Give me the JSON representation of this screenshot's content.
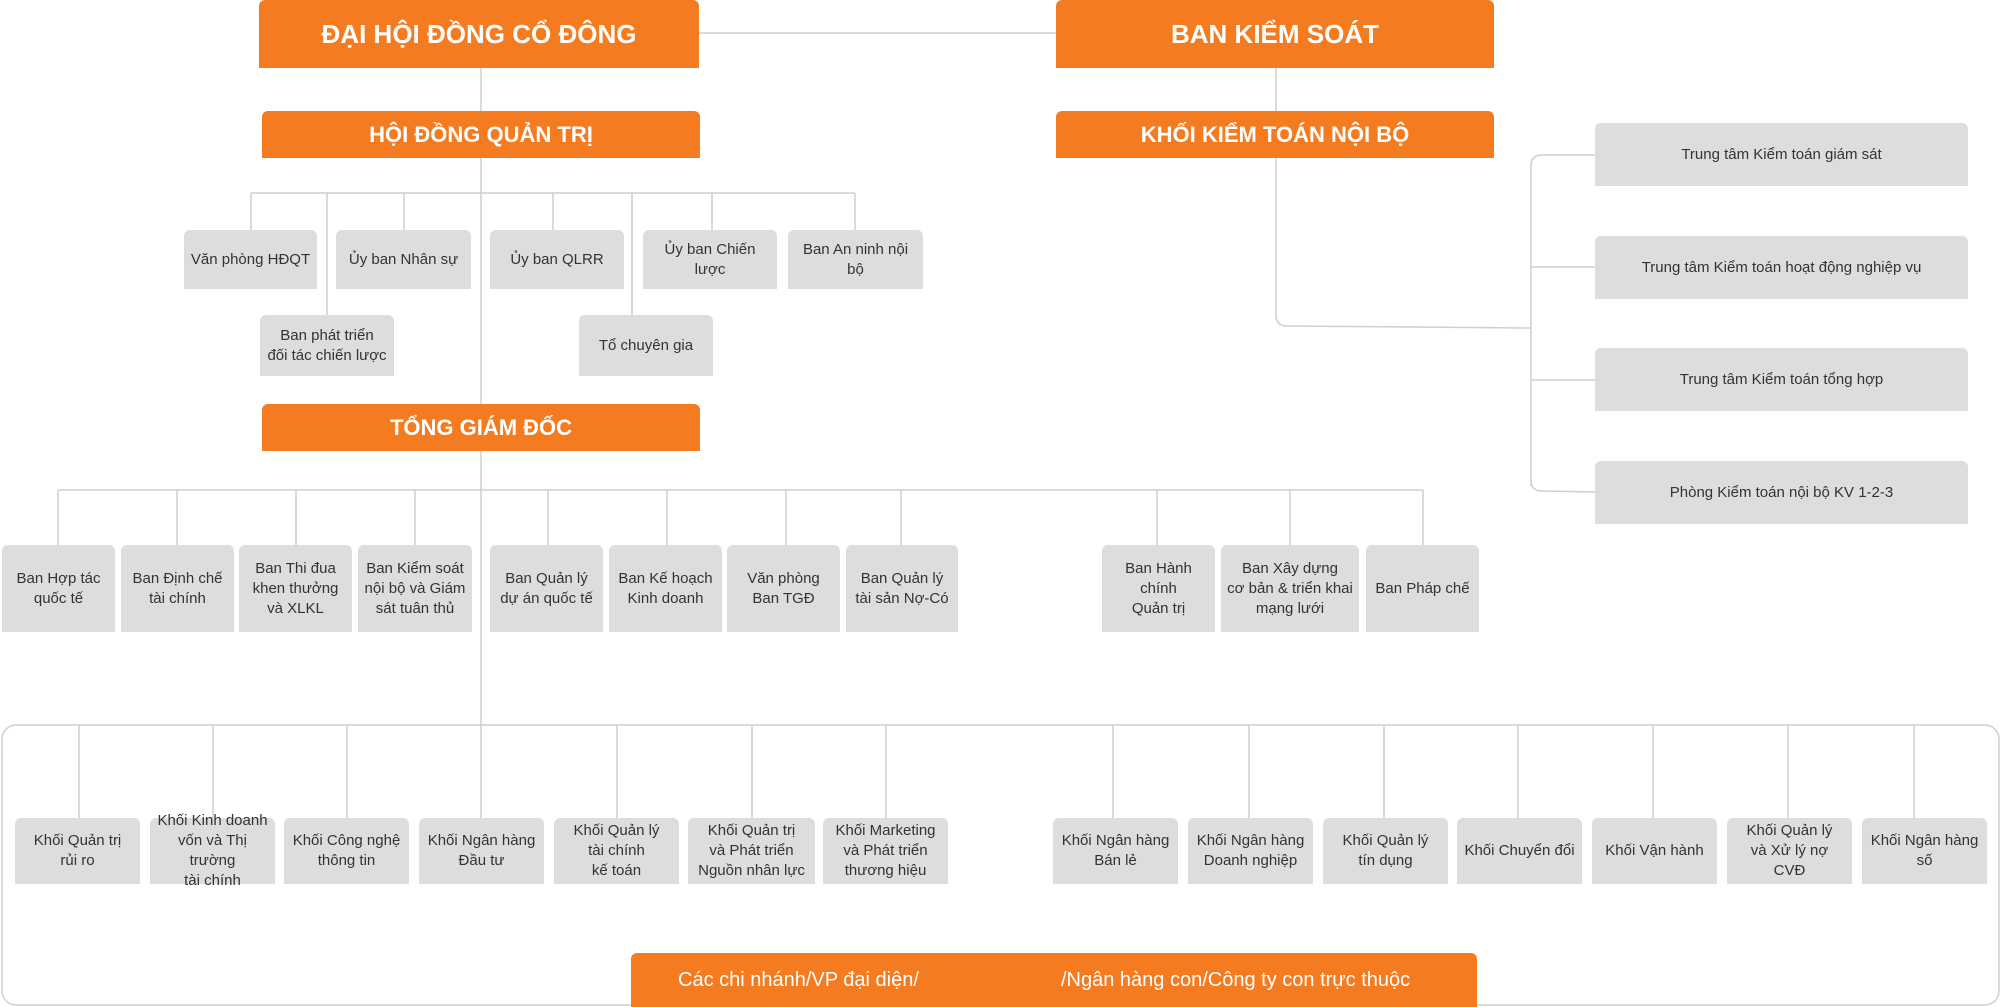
{
  "top": {
    "shareholders": "ĐẠI HỘI ĐỒNG CỔ ĐÔNG",
    "supervisory": "BAN KIỂM SOÁT"
  },
  "board": "HỘI ĐỒNG QUẢN TRỊ",
  "internal_audit": "KHỐI KIỂM TOÁN NỘI BỘ",
  "ceo": "TỔNG GIÁM ĐỐC",
  "board_units": [
    "Văn phòng HĐQT",
    "Ủy ban Nhân sự",
    "Ủy ban QLRR",
    "Ủy ban Chiến lược",
    "Ban An ninh nội bộ",
    "Ban phát triển\nđối tác chiến lược",
    "Tổ chuyên gia"
  ],
  "audit_centers": [
    "Trung tâm Kiểm toán giám sát",
    "Trung tâm Kiểm toán hoạt động nghiệp vụ",
    "Trung tâm Kiểm toán tổng hợp",
    "Phòng Kiểm toán nội bộ KV 1-2-3"
  ],
  "ceo_departments": [
    "Ban Hợp tác\nquốc tế",
    "Ban Định chế\ntài chính",
    "Ban Thi đua\nkhen thưởng\nvà XLKL",
    "Ban Kiểm soát\nnội bộ và Giám\nsát tuân thủ",
    "Ban Quản lý\ndự án quốc tế",
    "Ban Kế hoạch\nKinh doanh",
    "Văn phòng\nBan TGĐ",
    "Ban Quản lý\ntài sản Nợ-Có",
    "Ban Hành chính\nQuản trị",
    "Ban Xây dựng\ncơ bản & triển khai\nmạng lưới",
    "Ban Pháp chế"
  ],
  "divisions": [
    "Khối Quản trị\nrủi ro",
    "Khối Kinh doanh\nvốn và Thị trường\ntài chính",
    "Khối Công nghệ\nthông tin",
    "Khối Ngân hàng\nĐầu tư",
    "Khối Quản lý\ntài chính\nkế toán",
    "Khối Quản trị\nvà Phát triển\nNguồn nhân lực",
    "Khối Marketing\nvà Phát triển\nthương hiệu",
    "Khối Ngân hàng\nBán lẻ",
    "Khối Ngân hàng\nDoanh nghiệp",
    "Khối Quản lý\ntín dụng",
    "Khối Chuyển đổi",
    "Khối Vận hành",
    "Khối Quản lý\nvà Xử lý nợ CVĐ",
    "Khối Ngân hàng\nsố"
  ],
  "footer": {
    "left": "Các chi nhánh/VP đại diện/",
    "right": "/Ngân hàng con/Công ty con trực thuộc"
  },
  "colors": {
    "accent": "#f47b20",
    "box": "#dcdddf",
    "line": "#cfcfcf"
  }
}
